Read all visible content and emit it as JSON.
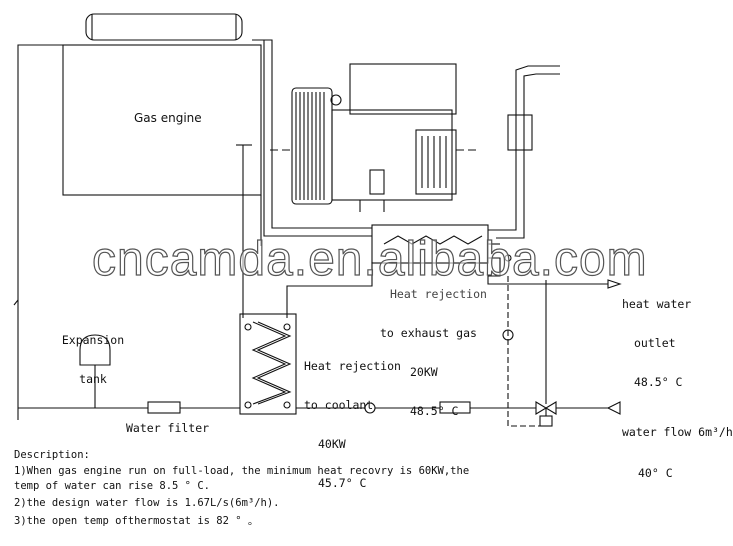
{
  "labels": {
    "gas_engine": "Gas engine",
    "expansion_tank_1": "Expansion",
    "expansion_tank_2": "tank",
    "water_filter": "Water filter",
    "heat_rejection_1": "Heat rejection",
    "heat_rejection_2": "to coolant",
    "heat_rejection_3": "40KW",
    "heat_rejection_4": "45.7° C",
    "exhaust_1": "Heat rejection",
    "exhaust_2": "to exhaust gas",
    "exhaust_3": "20KW",
    "exhaust_4": "48.5° C",
    "outlet_1": "heat water",
    "outlet_2": "outlet",
    "outlet_3": "48.5° C",
    "inlet_1": "water flow 6m³/h",
    "inlet_2": "40° C"
  },
  "watermark": "cncamda.en.alibaba.com",
  "description": {
    "heading": "Description:",
    "line1": "1)When gas engine run on full-load, the minimum heat recovry is 60KW,the",
    "line2": "temp of water can rise 8.5 ° C.",
    "line3": "2)the design water flow is 1.67L/s(6m³/h).",
    "line4": "3)the open temp ofthermostat is 82 ° 。"
  }
}
